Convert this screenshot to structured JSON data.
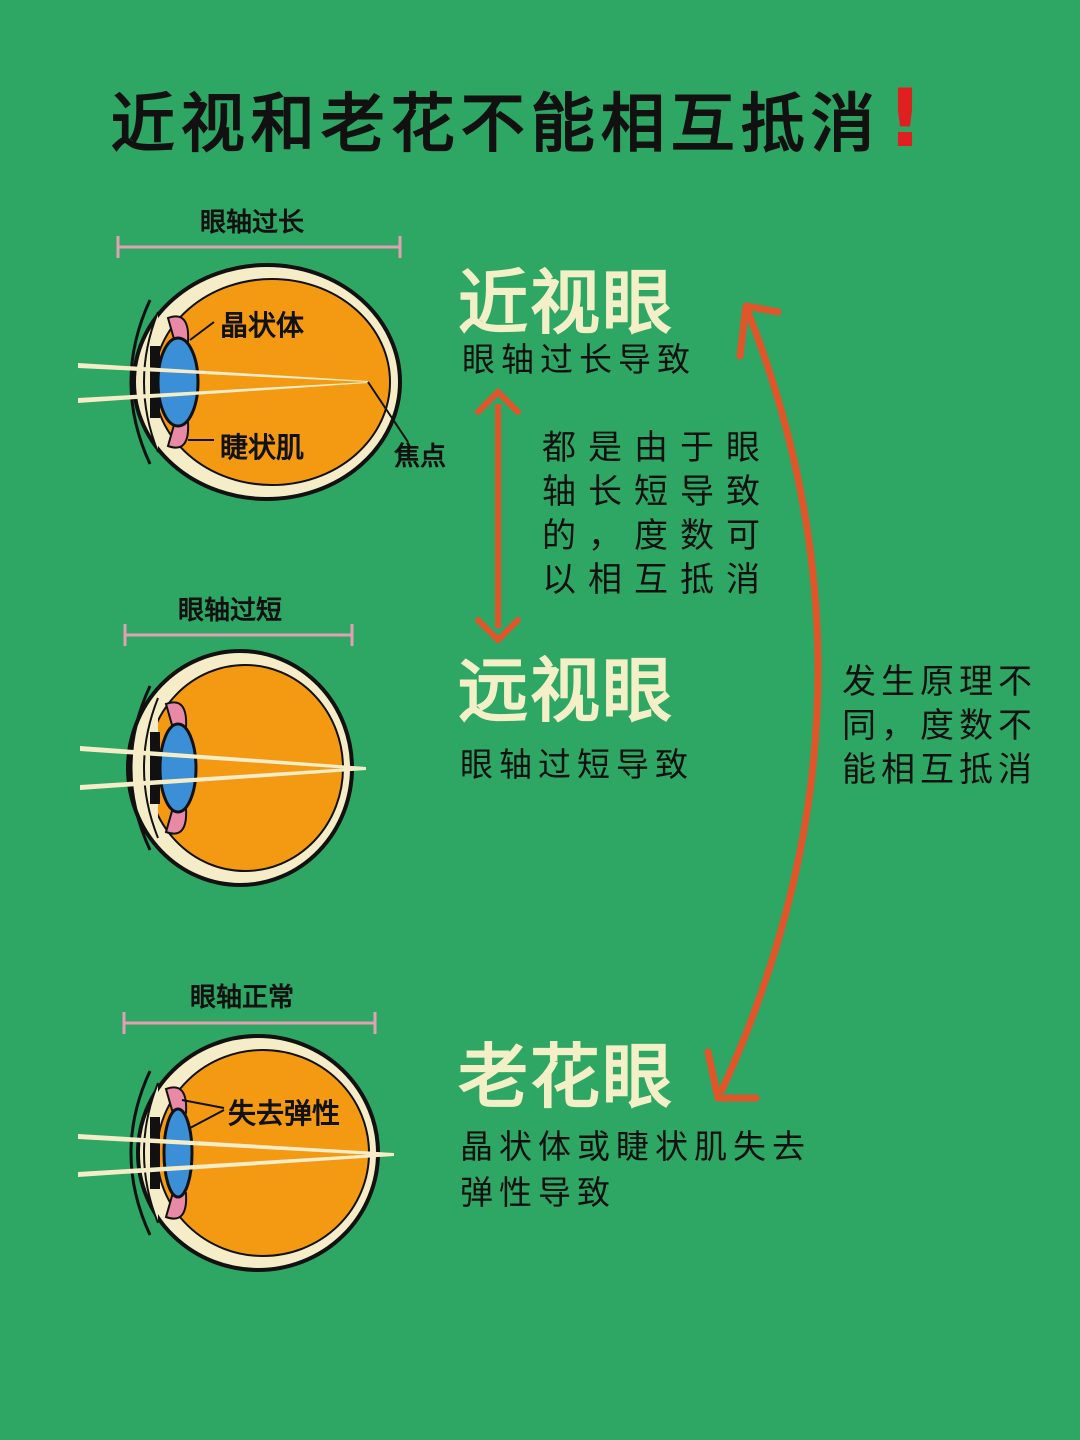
{
  "title": {
    "text": "近视和老花不能相互抵消",
    "mark": "!"
  },
  "eyes": {
    "myopia": {
      "axis_label": "眼轴过长",
      "lens_label": "晶状体",
      "muscle_label": "睫状肌",
      "focus_label": "焦点"
    },
    "hyperopia": {
      "axis_label": "眼轴过短"
    },
    "presbyopia": {
      "axis_label": "眼轴正常",
      "elastic_label": "失去弹性"
    }
  },
  "conditions": {
    "myopia": {
      "name": "近视眼",
      "cause": "眼轴过长导致"
    },
    "hyperopia": {
      "name": "远视眼",
      "cause": "眼轴过短导致"
    },
    "presbyopia": {
      "name": "老花眼",
      "cause_line1": "晶状体或睫状肌失去",
      "cause_line2": "弹性导致"
    }
  },
  "notes": {
    "myopia_hyperopia": "都是由于眼轴长短导致的，度数可以相互抵消",
    "myopia_presbyopia": "发生原理不同，度数不能相互抵消"
  },
  "colors": {
    "background": "#2ea664",
    "eyeball": "#f39a12",
    "lens": "#3a8fd6",
    "arrow": "#e0552a",
    "heading": "#f3f0c8",
    "bracket": "#e2a0b4",
    "exclamation": "#e02020"
  }
}
